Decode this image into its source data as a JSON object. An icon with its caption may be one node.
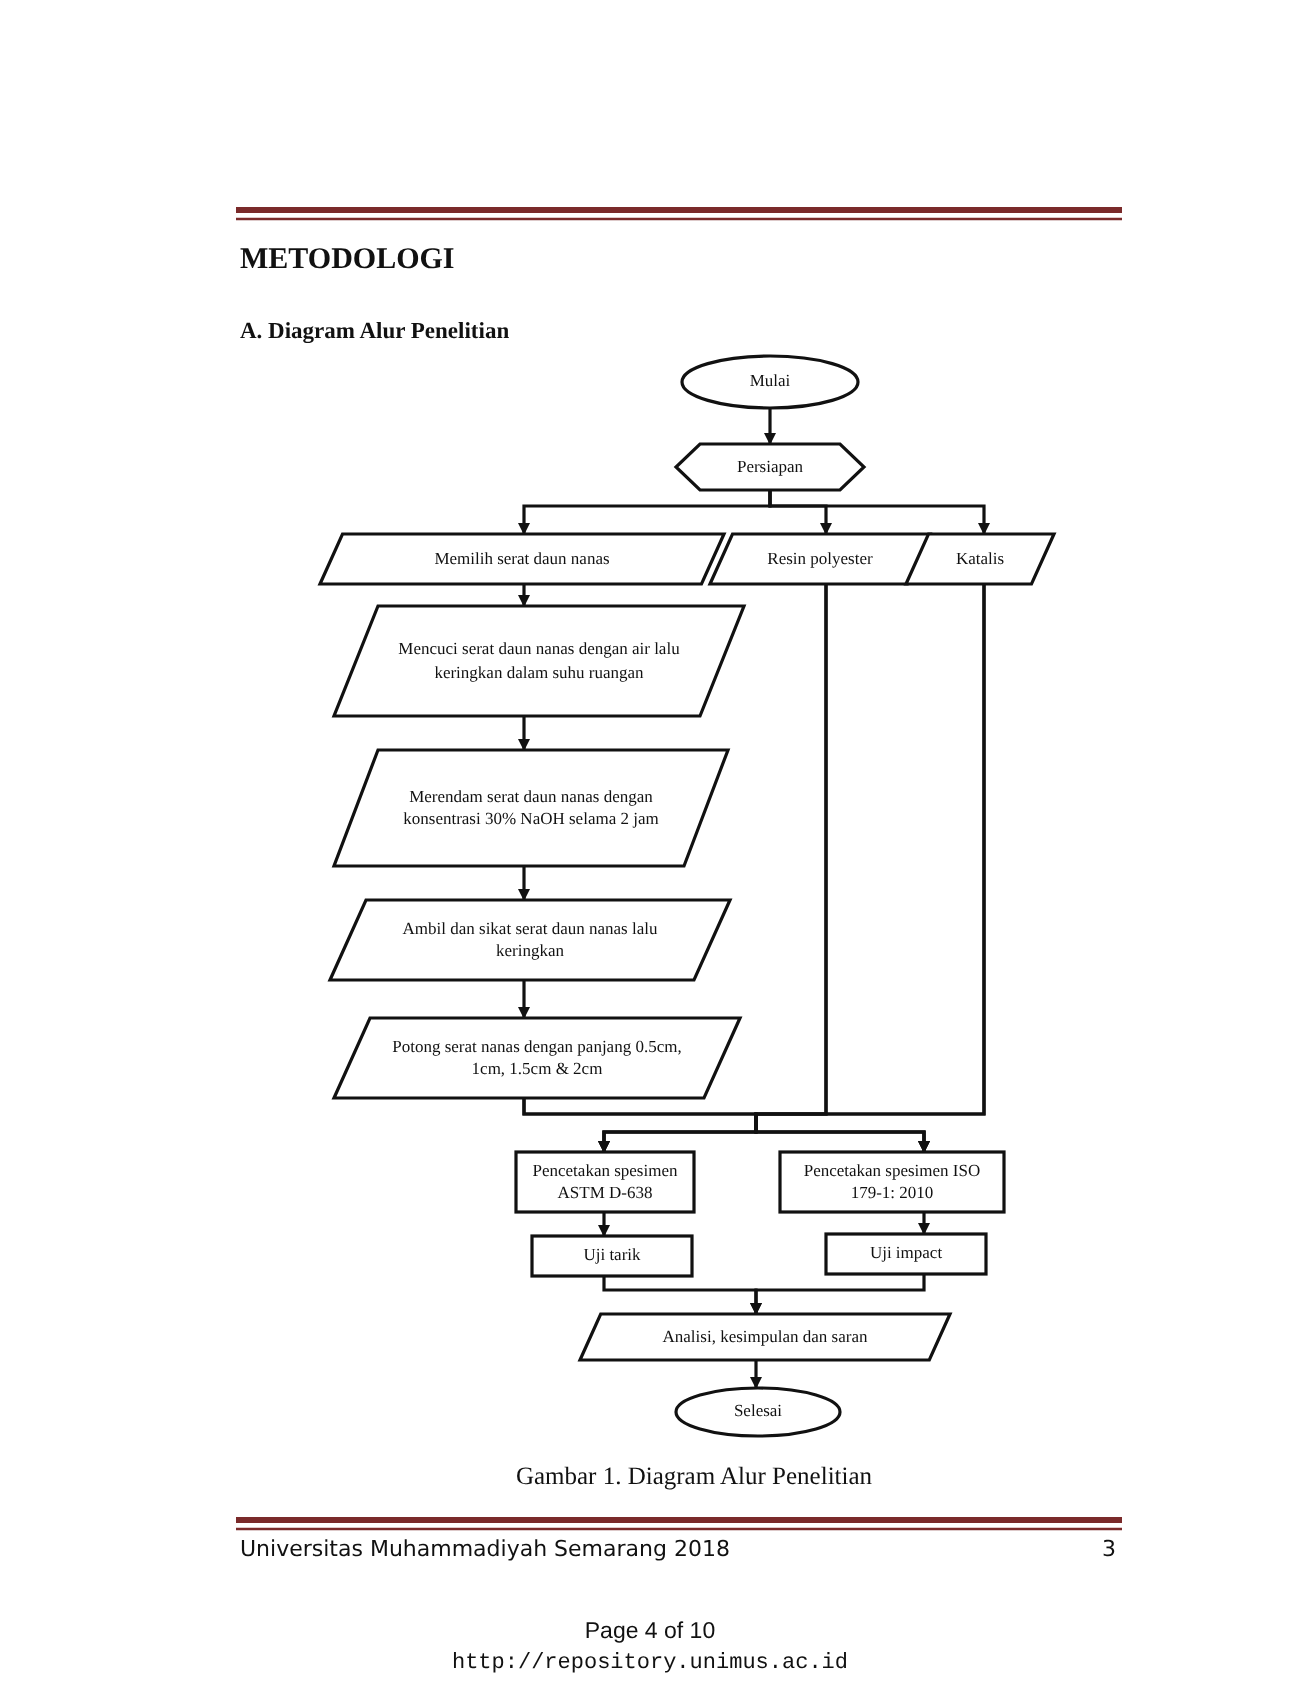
{
  "diagram": {
    "title": "METODOLOGI",
    "nodes": [
      {
        "text": [
          "Mulai"
        ]
      },
      {
        "text": [
          "Persiapan"
        ]
      },
      {
        "text": [
          "Memilih serat daun nanas"
        ]
      },
      {
        "text": [
          "Resin polyester"
        ]
      },
      {
        "text": [
          "Katalis"
        ]
      },
      {
        "text": [
          "Mencuci serat daun nanas dengan air lalu keringkan dalam suhu ruangan"
        ]
      },
      {
        "text": [
          "Merendam serat daun nanas dengan konsentrasi 30% NaOH selama 2 jam"
        ]
      },
      {
        "text": [
          "Ambil dan sikat serat daun nanas lalu keringkan"
        ]
      },
      {
        "text": [
          "Potong serat nanas dengan panjang 0.5cm, 1cm, 1.5cm & 2cm"
        ]
      },
      {
        "text": [
          "Pencetakan spesimen ASTM D-638"
        ]
      },
      {
        "text": [
          "Pencetakan spesimen ISO 179-1: 2010"
        ]
      },
      {
        "text": [
          "Uji tarik"
        ]
      },
      {
        "text": [
          "Uji impact"
        ]
      },
      {
        "text": [
          "Analisi, kesimpulan dan saran"
        ]
      },
      {
        "text": [
          "Selesai"
        ]
      }
    ],
    "edges": [
      {
        "from": 0,
        "to": 1,
        "arrow": "to"
      },
      {
        "from": 1,
        "to": 2,
        "arrow": "to"
      },
      {
        "from": 1,
        "to": 3,
        "arrow": "to"
      },
      {
        "from": 1,
        "to": 4,
        "arrow": "to"
      },
      {
        "from": 2,
        "to": 5,
        "arrow": "to"
      },
      {
        "from": 5,
        "to": 6,
        "arrow": "to"
      },
      {
        "from": 6,
        "to": 7,
        "arrow": "to"
      },
      {
        "from": 7,
        "to": 8,
        "arrow": "to"
      },
      {
        "from": 8,
        "to": 9,
        "arrow": "to"
      },
      {
        "from": 8,
        "to": 10,
        "arrow": "to"
      },
      {
        "from": 3,
        "to": 9,
        "arrow": "to"
      },
      {
        "from": 3,
        "to": 10,
        "arrow": "to"
      },
      {
        "from": 4,
        "to": 9,
        "arrow": "to"
      },
      {
        "from": 4,
        "to": 10,
        "arrow": "to"
      },
      {
        "from": 9,
        "to": 11,
        "arrow": "to"
      },
      {
        "from": 10,
        "to": 12,
        "arrow": "to"
      },
      {
        "from": 11,
        "to": 13,
        "arrow": "to"
      },
      {
        "from": 12,
        "to": 13,
        "arrow": "to"
      },
      {
        "from": 13,
        "to": 14,
        "arrow": "to"
      }
    ],
    "caption": "Gambar 1. Diagram Alur Penelitian",
    "labels": [
      "A. Diagram Alur Penelitian",
      "Universitas Muhammadiyah Semarang 2018",
      "3",
      "Page 4 of 10",
      "http://repository.unimus.ac.id"
    ]
  }
}
